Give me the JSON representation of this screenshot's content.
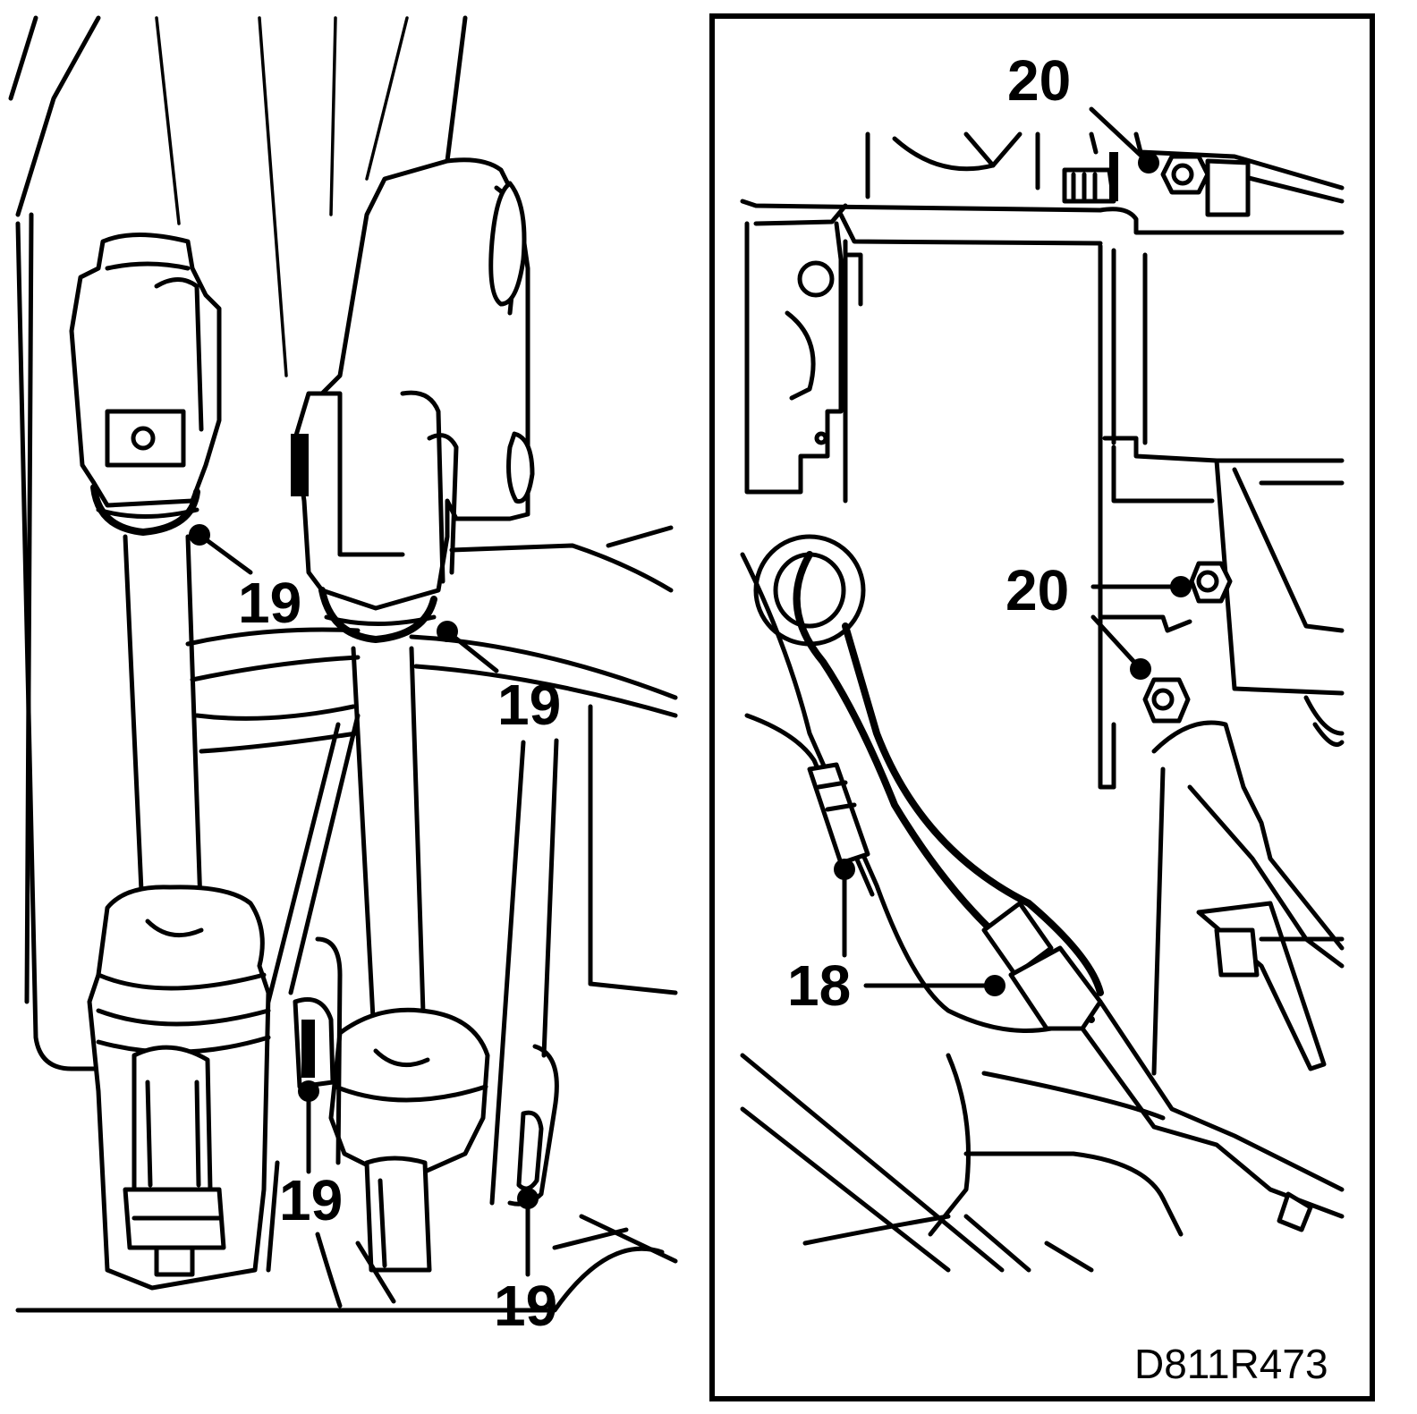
{
  "figure": {
    "reference_code": "D811R473",
    "left_panel": {
      "callouts": [
        "19",
        "19",
        "19",
        "19"
      ]
    },
    "right_panel": {
      "callouts": [
        "20",
        "20",
        "18"
      ]
    }
  },
  "colors": {
    "line": "#000000",
    "background": "#ffffff"
  }
}
